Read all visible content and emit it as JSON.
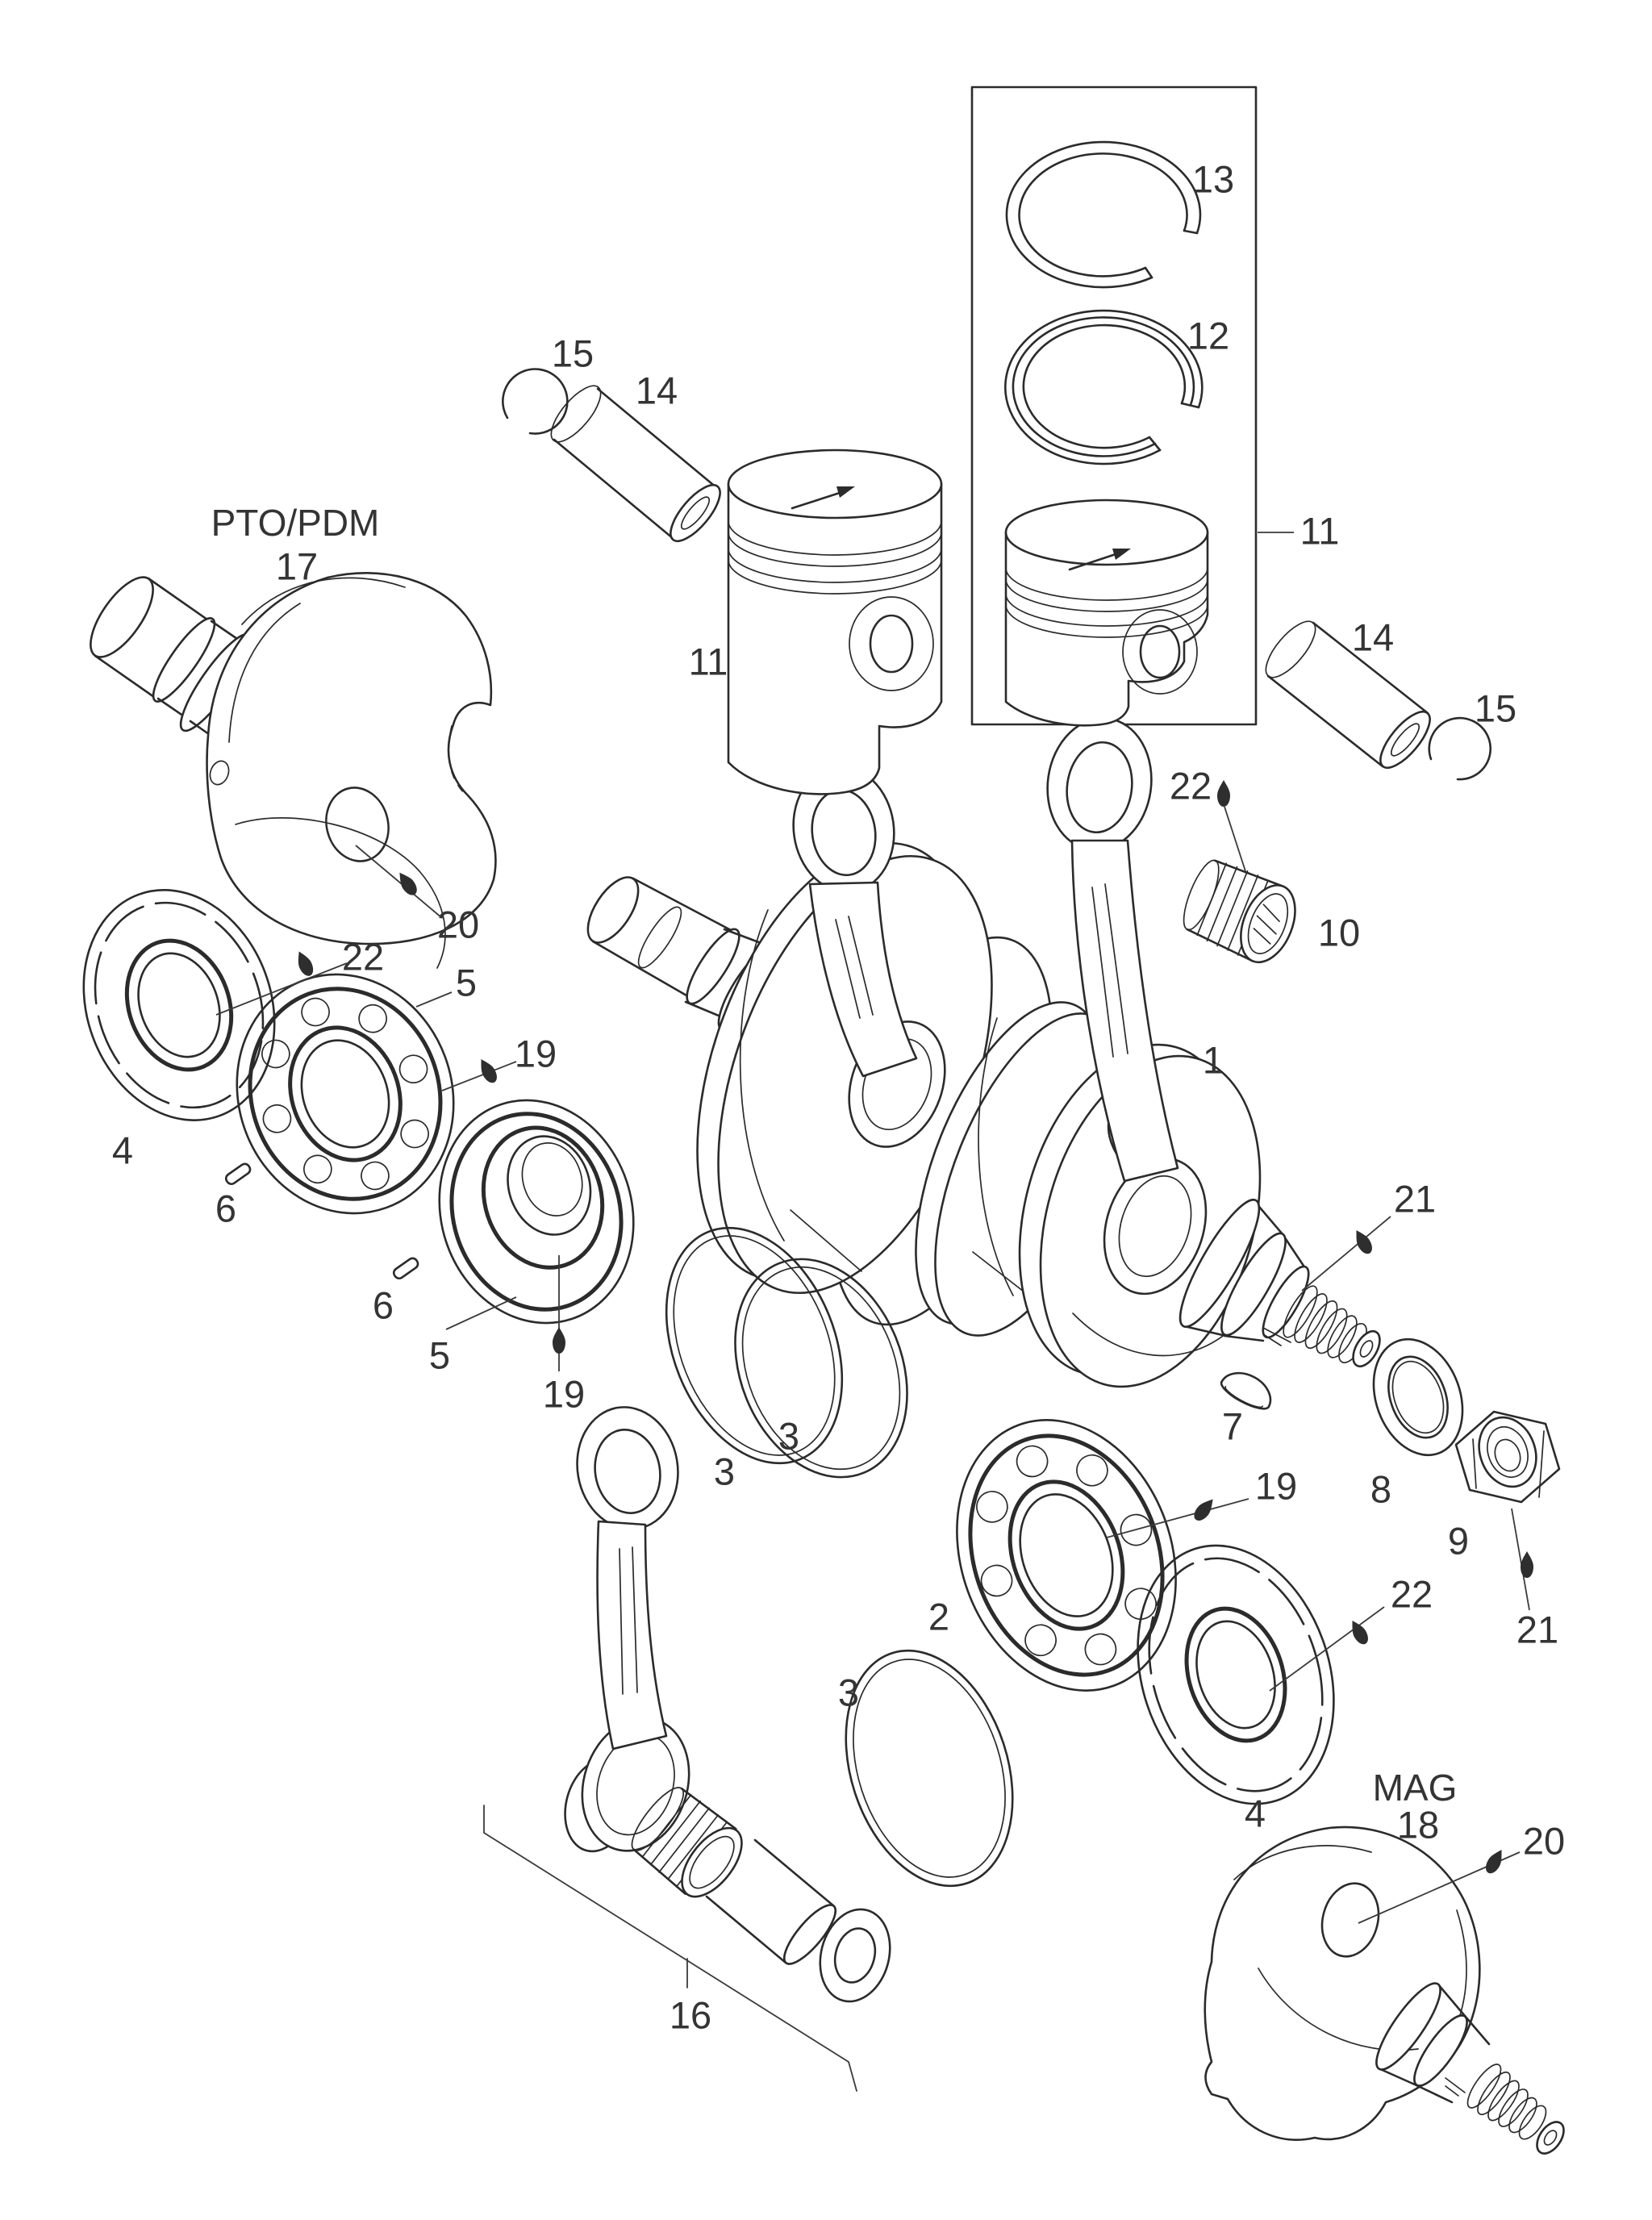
{
  "page": {
    "background": "#ffffff",
    "ink_color": "#2b2b2b",
    "label_color": "#343434",
    "drawing_style": "black-and-white exploded parts line diagram"
  },
  "titles": {
    "pto": {
      "text": "PTO/PDM",
      "number": "17"
    },
    "mag": {
      "text": "MAG",
      "number": "18"
    }
  },
  "callouts": [
    {
      "part": "ring-13",
      "text": "13"
    },
    {
      "part": "ring-12",
      "text": "12"
    },
    {
      "part": "piston-box",
      "text": "11"
    },
    {
      "part": "piston-left",
      "text": "11"
    },
    {
      "part": "circlip-left",
      "text": "15"
    },
    {
      "part": "wristpin-left",
      "text": "14"
    },
    {
      "part": "wristpin-right",
      "text": "14"
    },
    {
      "part": "circlip-right",
      "text": "15"
    },
    {
      "part": "loctite-needle",
      "text": "22"
    },
    {
      "part": "needle-bearing",
      "text": "10"
    },
    {
      "part": "crankshaft",
      "text": "1"
    },
    {
      "part": "pin-pto",
      "text": "20"
    },
    {
      "part": "loctite-seal-left",
      "text": "22"
    },
    {
      "part": "bearing-left-a",
      "text": "5"
    },
    {
      "part": "grease-left-a",
      "text": "19"
    },
    {
      "part": "seal-left",
      "text": "4"
    },
    {
      "part": "dowel-a",
      "text": "6"
    },
    {
      "part": "bearing-left-b",
      "text": "5"
    },
    {
      "part": "dowel-b",
      "text": "6"
    },
    {
      "part": "grease-left-b",
      "text": "19"
    },
    {
      "part": "loctite-nose",
      "text": "21"
    },
    {
      "part": "woodruff-key",
      "text": "7"
    },
    {
      "part": "lock-washer",
      "text": "8"
    },
    {
      "part": "nut",
      "text": "9"
    },
    {
      "part": "grease-bearing-2",
      "text": "19"
    },
    {
      "part": "bearing-2",
      "text": "2"
    },
    {
      "part": "shim-mid-left",
      "text": "3"
    },
    {
      "part": "shim-mid-right",
      "text": "3"
    },
    {
      "part": "loctite-seal-right",
      "text": "22"
    },
    {
      "part": "loctite-nut",
      "text": "21"
    },
    {
      "part": "shim-bottom",
      "text": "3"
    },
    {
      "part": "seal-right",
      "text": "4"
    },
    {
      "part": "conrod-kit",
      "text": "16"
    },
    {
      "part": "pin-mag",
      "text": "20"
    }
  ]
}
